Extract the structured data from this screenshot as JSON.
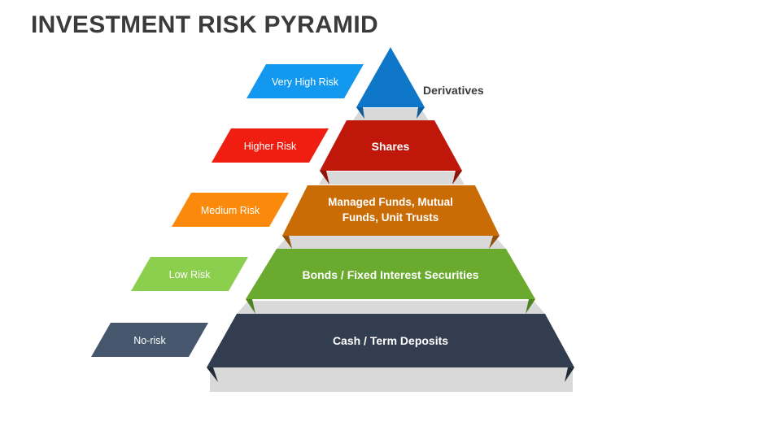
{
  "title": "INVESTMENT RISK PYRAMID",
  "levels": [
    {
      "risk_label": "Very High Risk",
      "asset_label": "Derivatives",
      "color": "#0f77c8",
      "dark": "#0b5e9e"
    },
    {
      "risk_label": "Higher Risk",
      "asset_label": "Shares",
      "color": "#c0170b",
      "dark": "#8f1208"
    },
    {
      "risk_label": "Medium Risk",
      "asset_label_line1": "Managed Funds, Mutual",
      "asset_label_line2": "Funds, Unit Trusts",
      "color": "#c96c06",
      "dark": "#93500a"
    },
    {
      "risk_label": "Low Risk",
      "asset_label": "Bonds / Fixed Interest Securities",
      "color": "#6aaa2e",
      "dark": "#4e8321"
    },
    {
      "risk_label": "No-risk",
      "asset_label": "Cash / Term Deposits",
      "color": "#323e4f",
      "dark": "#222b37"
    }
  ],
  "label_colors": [
    "#1298ee",
    "#f01e10",
    "#fb8a0c",
    "#8ccf4f",
    "#46576d"
  ],
  "step_gray": "#d9d9d9"
}
